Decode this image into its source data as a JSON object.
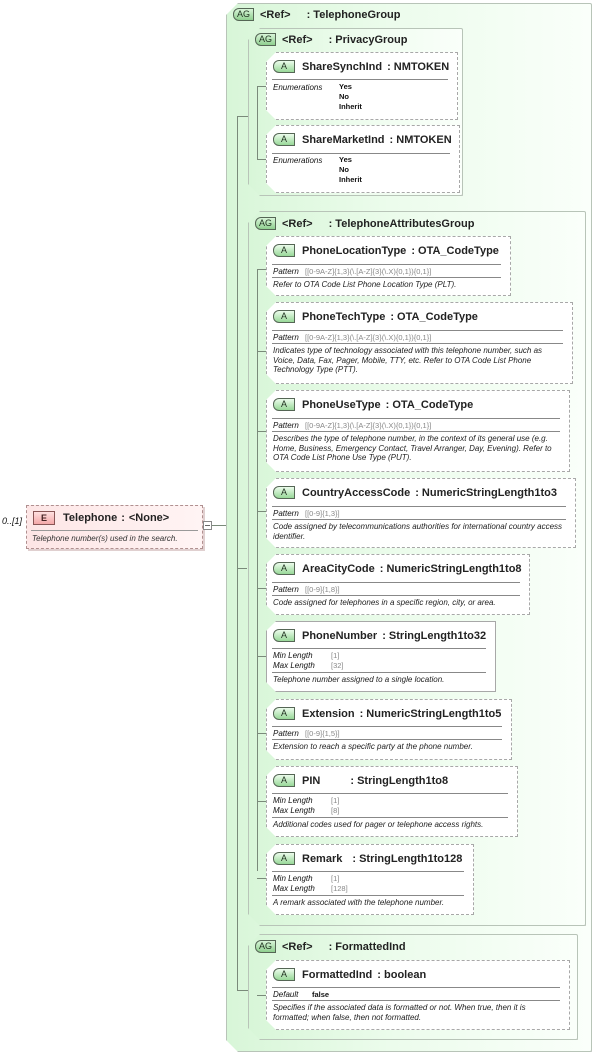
{
  "element": {
    "cardinality": "0..[1]",
    "badge": "E",
    "name": "Telephone",
    "separator": ":",
    "type": "<None>",
    "description": "Telephone number(s) used in the search."
  },
  "groups": {
    "telephone_group": {
      "badge": "AG",
      "ref": "<Ref>",
      "name": ": TelephoneGroup"
    },
    "privacy_group": {
      "badge": "AG",
      "ref": "<Ref>",
      "name": ": PrivacyGroup"
    },
    "telephone_attributes_group": {
      "badge": "AG",
      "ref": "<Ref>",
      "name": ": TelephoneAttributesGroup"
    },
    "formatted_ind_group": {
      "badge": "AG",
      "ref": "<Ref>",
      "name": ": FormattedInd"
    }
  },
  "attributes": {
    "share_synch_ind": {
      "badge": "A",
      "name": "ShareSynchInd",
      "type": ": NMTOKEN",
      "prop_label": "Enumerations",
      "values": [
        "Yes",
        "No",
        "Inherit"
      ]
    },
    "share_market_ind": {
      "badge": "A",
      "name": "ShareMarketInd",
      "type": ": NMTOKEN",
      "prop_label": "Enumerations",
      "values": [
        "Yes",
        "No",
        "Inherit"
      ]
    },
    "phone_location_type": {
      "badge": "A",
      "name": "PhoneLocationType",
      "type": ": OTA_CodeType",
      "prop_label": "Pattern",
      "pattern": "[[0-9A-Z]{1,3}(\\.[A-Z]{3}(\\.X){0,1}){0,1}]",
      "description": "Refer to OTA Code List Phone Location Type (PLT)."
    },
    "phone_tech_type": {
      "badge": "A",
      "name": "PhoneTechType",
      "type": ": OTA_CodeType",
      "prop_label": "Pattern",
      "pattern": "[[0-9A-Z]{1,3}(\\.[A-Z]{3}(\\.X){0,1}){0,1}]",
      "description": "Indicates type of technology associated with this telephone number, such as Voice, Data, Fax, Pager, Mobile, TTY, etc. Refer to OTA Code List Phone Technology Type (PTT)."
    },
    "phone_use_type": {
      "badge": "A",
      "name": "PhoneUseType",
      "type": ": OTA_CodeType",
      "prop_label": "Pattern",
      "pattern": "[[0-9A-Z]{1,3}(\\.[A-Z]{3}(\\.X){0,1}){0,1}]",
      "description": "Describes the type of telephone number, in the context of its general use (e.g. Home, Business, Emergency Contact, Travel Arranger, Day, Evening). Refer to OTA Code List Phone Use Type (PUT)."
    },
    "country_access_code": {
      "badge": "A",
      "name": "CountryAccessCode",
      "type": ": NumericStringLength1to3",
      "prop_label": "Pattern",
      "pattern": "[[0-9]{1,3}]",
      "description": "Code assigned by telecommunications authorities for international country access identifier."
    },
    "area_city_code": {
      "badge": "A",
      "name": "AreaCityCode",
      "type": ": NumericStringLength1to8",
      "prop_label": "Pattern",
      "pattern": "[[0-9]{1,8}]",
      "description": "Code assigned for telephones in a specific region, city, or area."
    },
    "phone_number": {
      "badge": "A",
      "name": "PhoneNumber",
      "type": ": StringLength1to32",
      "min_label": "Min Length",
      "min": "[1]",
      "max_label": "Max Length",
      "max": "[32]",
      "description": "Telephone number assigned to a single location."
    },
    "extension": {
      "badge": "A",
      "name": "Extension",
      "type": ": NumericStringLength1to5",
      "prop_label": "Pattern",
      "pattern": "[[0-9]{1,5}]",
      "description": "Extension to reach a specific party at the phone number."
    },
    "pin": {
      "badge": "A",
      "name": "PIN",
      "type": ": StringLength1to8",
      "min_label": "Min Length",
      "min": "[1]",
      "max_label": "Max Length",
      "max": "[8]",
      "description": "Additional codes used for pager or telephone access rights."
    },
    "remark": {
      "badge": "A",
      "name": "Remark",
      "type": ": StringLength1to128",
      "min_label": "Min Length",
      "min": "[1]",
      "max_label": "Max Length",
      "max": "[128]",
      "description": "A remark associated with the telephone number."
    },
    "formatted_ind": {
      "badge": "A",
      "name": "FormattedInd",
      "type": ": boolean",
      "prop_label": "Default",
      "default": "false",
      "description": "Specifies if the associated data is formatted or not.  When true, then it is formatted; when false, then not formatted."
    }
  },
  "colors": {
    "group_bg": "#e4fae4",
    "element_bg": "#fde0e0",
    "badge_green": "#98d898",
    "badge_red": "#f4a8a8"
  }
}
